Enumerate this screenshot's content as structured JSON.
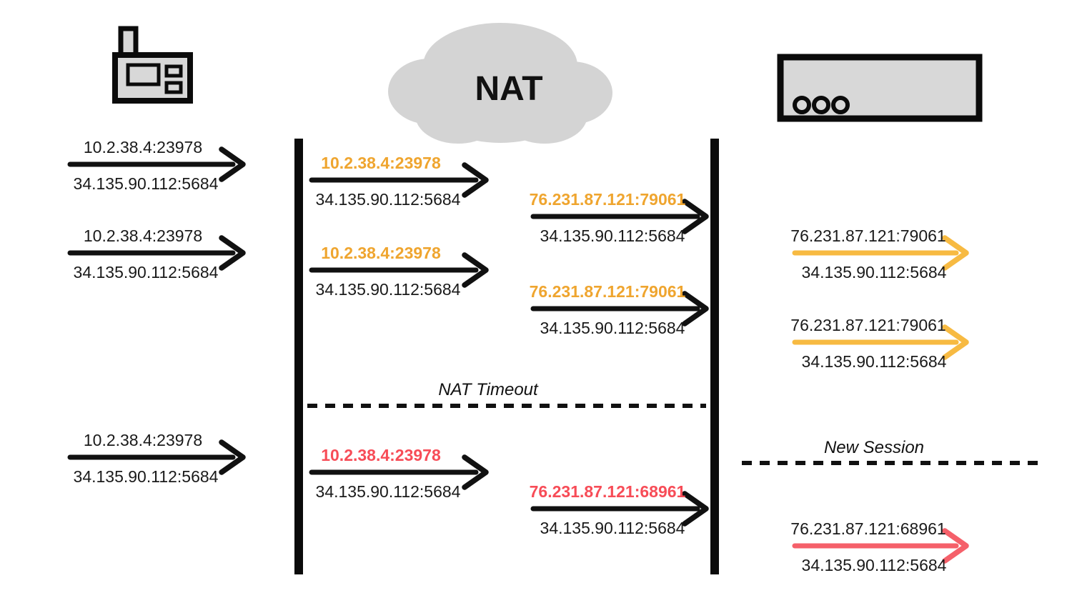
{
  "labels": {
    "nat_cloud": "NAT",
    "nat_timeout": "NAT Timeout",
    "new_session": "New Session"
  },
  "icons": {
    "left": "iot-device-icon",
    "center": "nat-cloud-icon",
    "right": "server-icon"
  },
  "colors": {
    "orange_text": "#EFA52F",
    "orange_arrow": "#F7BA42",
    "red_text": "#F74C57",
    "red_arrow": "#F5606A",
    "black": "#111111",
    "icon_fill": "#D8D8D8",
    "cloud_fill": "#D4D4D4"
  },
  "flows": {
    "device_to_nat": [
      {
        "top": "10.2.38.4:23978",
        "bottom": "34.135.90.112:5684"
      },
      {
        "top": "10.2.38.4:23978",
        "bottom": "34.135.90.112:5684"
      },
      {
        "top": "10.2.38.4:23978",
        "bottom": "34.135.90.112:5684"
      }
    ],
    "nat_private_side": [
      {
        "top": "10.2.38.4:23978",
        "bottom": "34.135.90.112:5684",
        "color": "orange"
      },
      {
        "top": "10.2.38.4:23978",
        "bottom": "34.135.90.112:5684",
        "color": "orange"
      },
      {
        "top": "10.2.38.4:23978",
        "bottom": "34.135.90.112:5684",
        "color": "red"
      }
    ],
    "nat_public_side": [
      {
        "top": "76.231.87.121:79061",
        "bottom": "34.135.90.112:5684",
        "color": "orange"
      },
      {
        "top": "76.231.87.121:79061",
        "bottom": "34.135.90.112:5684",
        "color": "orange"
      },
      {
        "top": "76.231.87.121:68961",
        "bottom": "34.135.90.112:5684",
        "color": "red"
      }
    ],
    "nat_to_server": [
      {
        "top": "76.231.87.121:79061",
        "bottom": "34.135.90.112:5684",
        "color": "orange"
      },
      {
        "top": "76.231.87.121:79061",
        "bottom": "34.135.90.112:5684",
        "color": "orange"
      },
      {
        "top": "76.231.87.121:68961",
        "bottom": "34.135.90.112:5684",
        "color": "red"
      }
    ]
  }
}
